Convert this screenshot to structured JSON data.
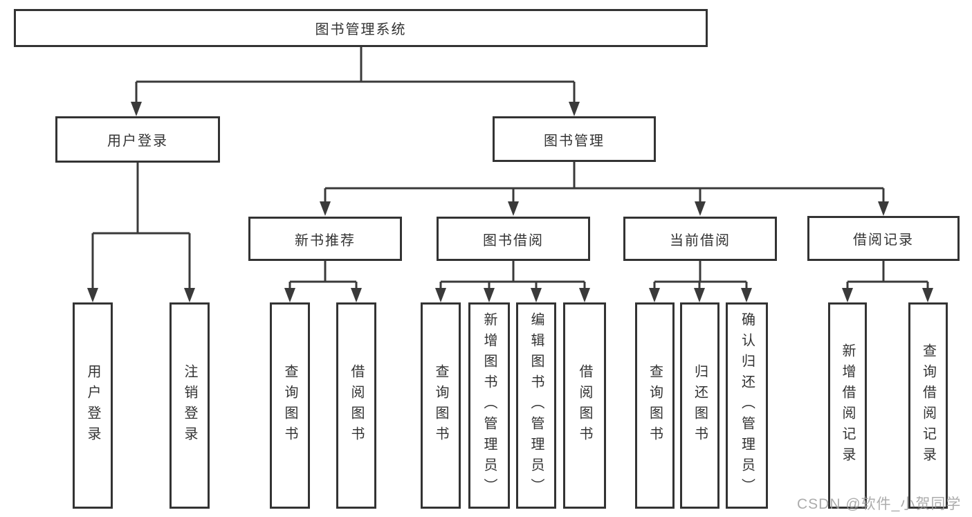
{
  "tree": {
    "root": {
      "label": "图书管理系统"
    },
    "branches": [
      {
        "label": "用户登录",
        "children": [
          {
            "label": "用户登录"
          },
          {
            "label": "注销登录"
          }
        ]
      },
      {
        "label": "图书管理",
        "children": [
          {
            "label": "新书推荐",
            "children": [
              {
                "label": "查询图书"
              },
              {
                "label": "借阅图书"
              }
            ]
          },
          {
            "label": "图书借阅",
            "children": [
              {
                "label": "查询图书"
              },
              {
                "label": "新增图书（管理员）"
              },
              {
                "label": "编辑图书（管理员）"
              },
              {
                "label": "借阅图书"
              }
            ]
          },
          {
            "label": "当前借阅",
            "children": [
              {
                "label": "查询图书"
              },
              {
                "label": "归还图书"
              },
              {
                "label": "确认归还（管理员）"
              }
            ]
          },
          {
            "label": "借阅记录",
            "children": [
              {
                "label": "新增借阅记录"
              },
              {
                "label": "查询借阅记录"
              }
            ]
          }
        ]
      }
    ]
  },
  "watermark": {
    "text": "CSDN @软件_小贺同学"
  },
  "colors": {
    "line": "#3a3a3a",
    "box_border": "#333333",
    "text": "#333333",
    "watermark": "#9e9e9e",
    "background": "#ffffff"
  }
}
